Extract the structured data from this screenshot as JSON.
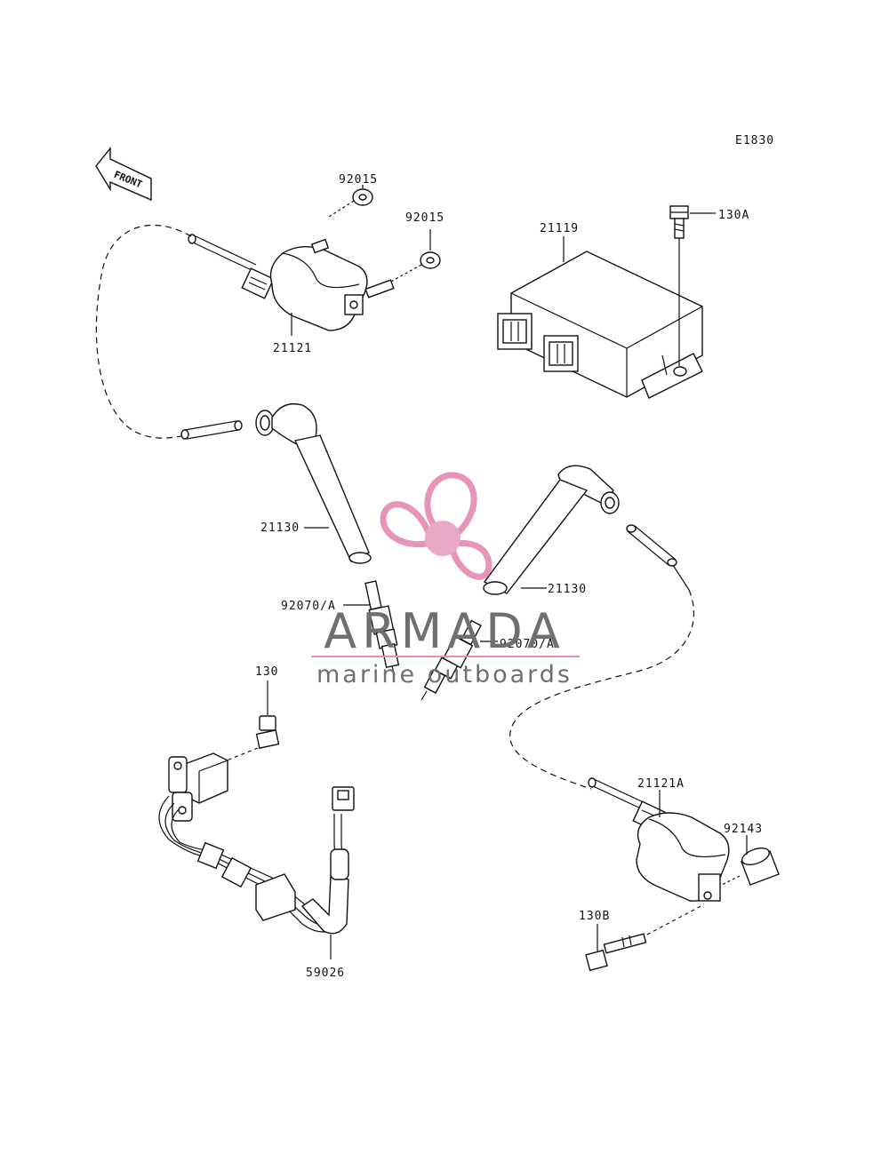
{
  "diagram_code": "E1830",
  "front_label": "FRONT",
  "labels": {
    "p92015_a": "92015",
    "p92015_b": "92015",
    "p21121": "21121",
    "p21119": "21119",
    "p130A": "130A",
    "p21130_left": "21130",
    "p21130_right": "21130",
    "p92070_left": "92070/A",
    "p92070_right": "92070/A",
    "p130": "130",
    "p59026": "59026",
    "p21121A": "21121A",
    "p92143": "92143",
    "p130B": "130B"
  },
  "watermark": {
    "brand": "ARMADA",
    "tagline": "marine outboards",
    "colors": {
      "accent": "#e58fb4",
      "text": "#6f6f6f"
    }
  }
}
